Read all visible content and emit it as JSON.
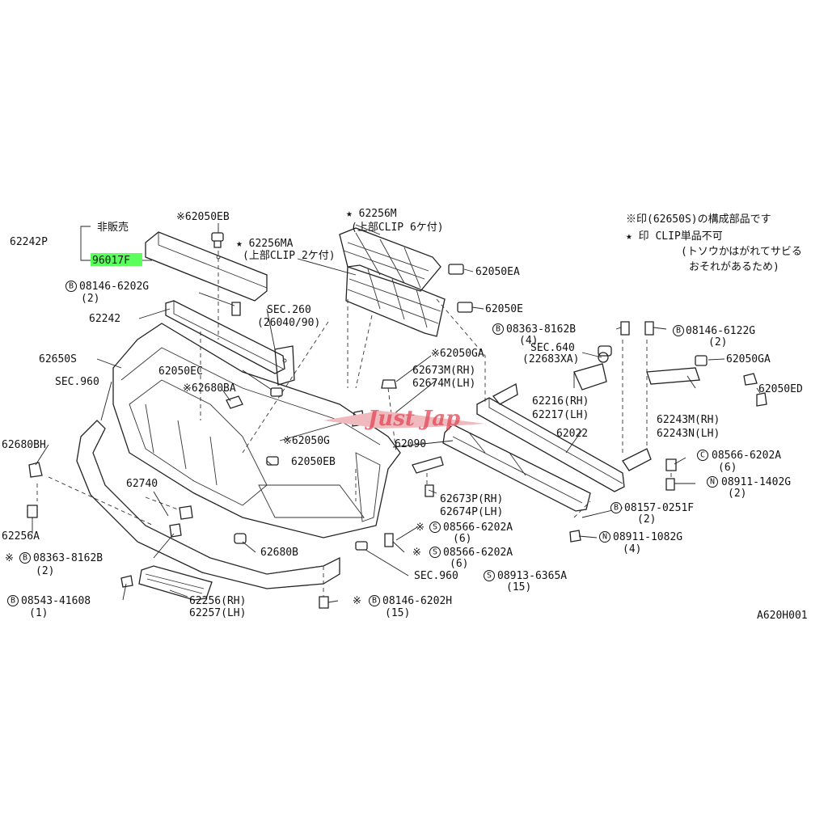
{
  "diagram_code": "A620H001",
  "watermark": "Just Jap",
  "notes": {
    "line1": "※印(62650S)の構成部品です",
    "line2": "★ 印 CLIP単品不可",
    "line3": "(トソウかはがれてサビる",
    "line4": "おそれがあるため)"
  },
  "labels": [
    {
      "id": "l1",
      "text": "62242P"
    },
    {
      "id": "l2",
      "text": "非販売"
    },
    {
      "id": "l3",
      "text": "96017F"
    },
    {
      "id": "l4",
      "text": "※62050EB"
    },
    {
      "id": "l5",
      "text": "★ 62256M"
    },
    {
      "id": "l6",
      "text": "(上部CLIP 6ケ付)"
    },
    {
      "id": "l7",
      "text": "★ 62256MA"
    },
    {
      "id": "l8",
      "text": "(上部CLIP 2ケ付)"
    },
    {
      "id": "l9",
      "text": "62050EA"
    },
    {
      "id": "l10",
      "text": "08146-6202G"
    },
    {
      "id": "l11",
      "text": "(2)"
    },
    {
      "id": "l12",
      "text": "62050E"
    },
    {
      "id": "l13",
      "text": "62242"
    },
    {
      "id": "l14",
      "text": "SEC.260"
    },
    {
      "id": "l15",
      "text": "(26040/90)"
    },
    {
      "id": "l16",
      "text": "08363-8162B"
    },
    {
      "id": "l17",
      "text": "(4)"
    },
    {
      "id": "l18",
      "text": "08146-6122G"
    },
    {
      "id": "l19",
      "text": "(2)"
    },
    {
      "id": "l20",
      "text": "SEC.640"
    },
    {
      "id": "l21",
      "text": "(22683XA)"
    },
    {
      "id": "l22",
      "text": "62050GA"
    },
    {
      "id": "l23",
      "text": "62650S"
    },
    {
      "id": "l24",
      "text": "※62050GA"
    },
    {
      "id": "l25",
      "text": "SEC.960"
    },
    {
      "id": "l26",
      "text": "62050EC"
    },
    {
      "id": "l27",
      "text": "62673M(RH)"
    },
    {
      "id": "l28",
      "text": "62674M(LH)"
    },
    {
      "id": "l29",
      "text": "62050ED"
    },
    {
      "id": "l30",
      "text": "※62680BA"
    },
    {
      "id": "l31",
      "text": "62216(RH)"
    },
    {
      "id": "l32",
      "text": "62217(LH)"
    },
    {
      "id": "l33",
      "text": "62243M(RH)"
    },
    {
      "id": "l34",
      "text": "62243N(LH)"
    },
    {
      "id": "l35",
      "text": "62022"
    },
    {
      "id": "l36",
      "text": "62680BH"
    },
    {
      "id": "l37",
      "text": "※62050G"
    },
    {
      "id": "l38",
      "text": "62090"
    },
    {
      "id": "l39",
      "text": "62050EB"
    },
    {
      "id": "l40",
      "text": "08566-6202A"
    },
    {
      "id": "l41",
      "text": "(6)"
    },
    {
      "id": "l42",
      "text": "08911-1402G"
    },
    {
      "id": "l43",
      "text": "(2)"
    },
    {
      "id": "l44",
      "text": "62740"
    },
    {
      "id": "l45",
      "text": "62673P(RH)"
    },
    {
      "id": "l46",
      "text": "62674P(LH)"
    },
    {
      "id": "l47",
      "text": "08157-0251F"
    },
    {
      "id": "l48",
      "text": "(2)"
    },
    {
      "id": "l49",
      "text": "62256A"
    },
    {
      "id": "l50",
      "text": "※"
    },
    {
      "id": "l51",
      "text": "08566-6202A"
    },
    {
      "id": "l52",
      "text": "(6)"
    },
    {
      "id": "l53",
      "text": "08911-1082G"
    },
    {
      "id": "l54",
      "text": "(4)"
    },
    {
      "id": "l55",
      "text": "62680B"
    },
    {
      "id": "l56",
      "text": "※"
    },
    {
      "id": "l57",
      "text": "08566-6202A"
    },
    {
      "id": "l58",
      "text": "(6)"
    },
    {
      "id": "l59",
      "text": "※"
    },
    {
      "id": "l60",
      "text": "08363-8162B"
    },
    {
      "id": "l61",
      "text": "(2)"
    },
    {
      "id": "l62",
      "text": "SEC.960"
    },
    {
      "id": "l63",
      "text": "08913-6365A"
    },
    {
      "id": "l64",
      "text": "(15)"
    },
    {
      "id": "l65",
      "text": "08543-41608"
    },
    {
      "id": "l66",
      "text": "(1)"
    },
    {
      "id": "l67",
      "text": "62256(RH)"
    },
    {
      "id": "l68",
      "text": "62257(LH)"
    },
    {
      "id": "l69",
      "text": "※"
    },
    {
      "id": "l70",
      "text": "08146-6202H"
    },
    {
      "id": "l71",
      "text": "(15)"
    }
  ],
  "markers": [
    {
      "id": "m1",
      "text": "B"
    },
    {
      "id": "m2",
      "text": "B"
    },
    {
      "id": "m3",
      "text": "B"
    },
    {
      "id": "m4",
      "text": "C"
    },
    {
      "id": "m5",
      "text": "N"
    },
    {
      "id": "m6",
      "text": "B"
    },
    {
      "id": "m7",
      "text": "S"
    },
    {
      "id": "m8",
      "text": "N"
    },
    {
      "id": "m9",
      "text": "S"
    },
    {
      "id": "m10",
      "text": "B"
    },
    {
      "id": "m11",
      "text": "S"
    },
    {
      "id": "m12",
      "text": "B"
    },
    {
      "id": "m13",
      "text": "B"
    }
  ]
}
